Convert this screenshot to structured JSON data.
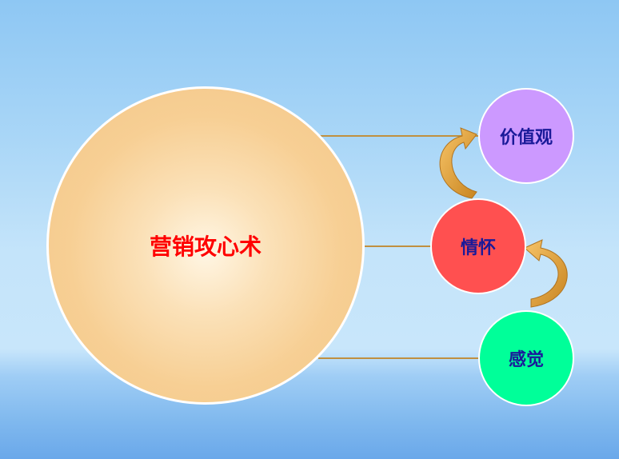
{
  "diagram": {
    "center": {
      "label": "营销攻心术",
      "color": "#ff0000"
    },
    "nodes": [
      {
        "label": "价值观",
        "fill": "#cc99ff",
        "text_color": "#1a1a99"
      },
      {
        "label": "情怀",
        "fill": "#ff5050",
        "text_color": "#1a1a99"
      },
      {
        "label": "感觉",
        "fill": "#00ff99",
        "text_color": "#1a1a99"
      }
    ],
    "connector_color": "#c09040",
    "arrow_color": "#e3a33a"
  }
}
